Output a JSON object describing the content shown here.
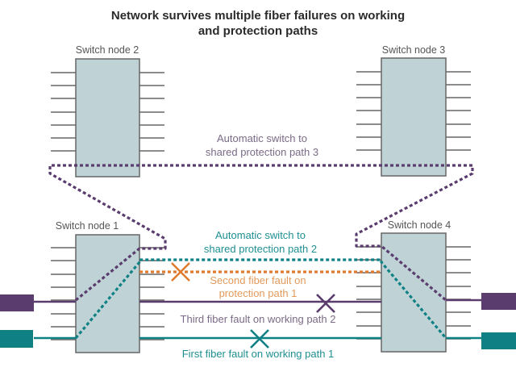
{
  "title": {
    "line1": "Network survives multiple fiber failures on working",
    "line2": "and protection paths"
  },
  "colors": {
    "purple": "#5a3d6e",
    "teal": "#0f8184",
    "orange": "#e07b2e",
    "node_fill": "#bfd3d6",
    "node_stroke": "#666666",
    "port": "#666666",
    "gray_text": "#7a7a7a"
  },
  "nodes": [
    {
      "id": "node-2",
      "label": "Switch node 2"
    },
    {
      "id": "node-3",
      "label": "Switch node 3"
    },
    {
      "id": "node-1",
      "label": "Switch node 1"
    },
    {
      "id": "node-4",
      "label": "Switch node 4"
    }
  ],
  "annotations": {
    "protection_path_3": {
      "line1": "Automatic switch to",
      "line2": "shared protection path 3"
    },
    "protection_path_2": {
      "line1": "Automatic switch to",
      "line2": "shared protection path 2"
    },
    "fault_2": {
      "line1": "Second fiber fault on",
      "line2": "protection path 1"
    },
    "fault_3": {
      "line1": "Third fiber fault on working path 2"
    },
    "fault_1": {
      "line1": "First fiber fault on working path 1"
    }
  },
  "paths": [
    {
      "name": "shared protection path 3",
      "style": "dotted",
      "color": "purple",
      "status": "active"
    },
    {
      "name": "shared protection path 2",
      "style": "dotted",
      "color": "teal",
      "status": "active"
    },
    {
      "name": "protection path 1",
      "style": "dotted",
      "color": "orange",
      "status": "fault",
      "fault_order": 2
    },
    {
      "name": "working path 2",
      "style": "solid",
      "color": "purple",
      "status": "fault",
      "fault_order": 3
    },
    {
      "name": "working path 1",
      "style": "solid",
      "color": "teal",
      "status": "fault",
      "fault_order": 1
    }
  ]
}
